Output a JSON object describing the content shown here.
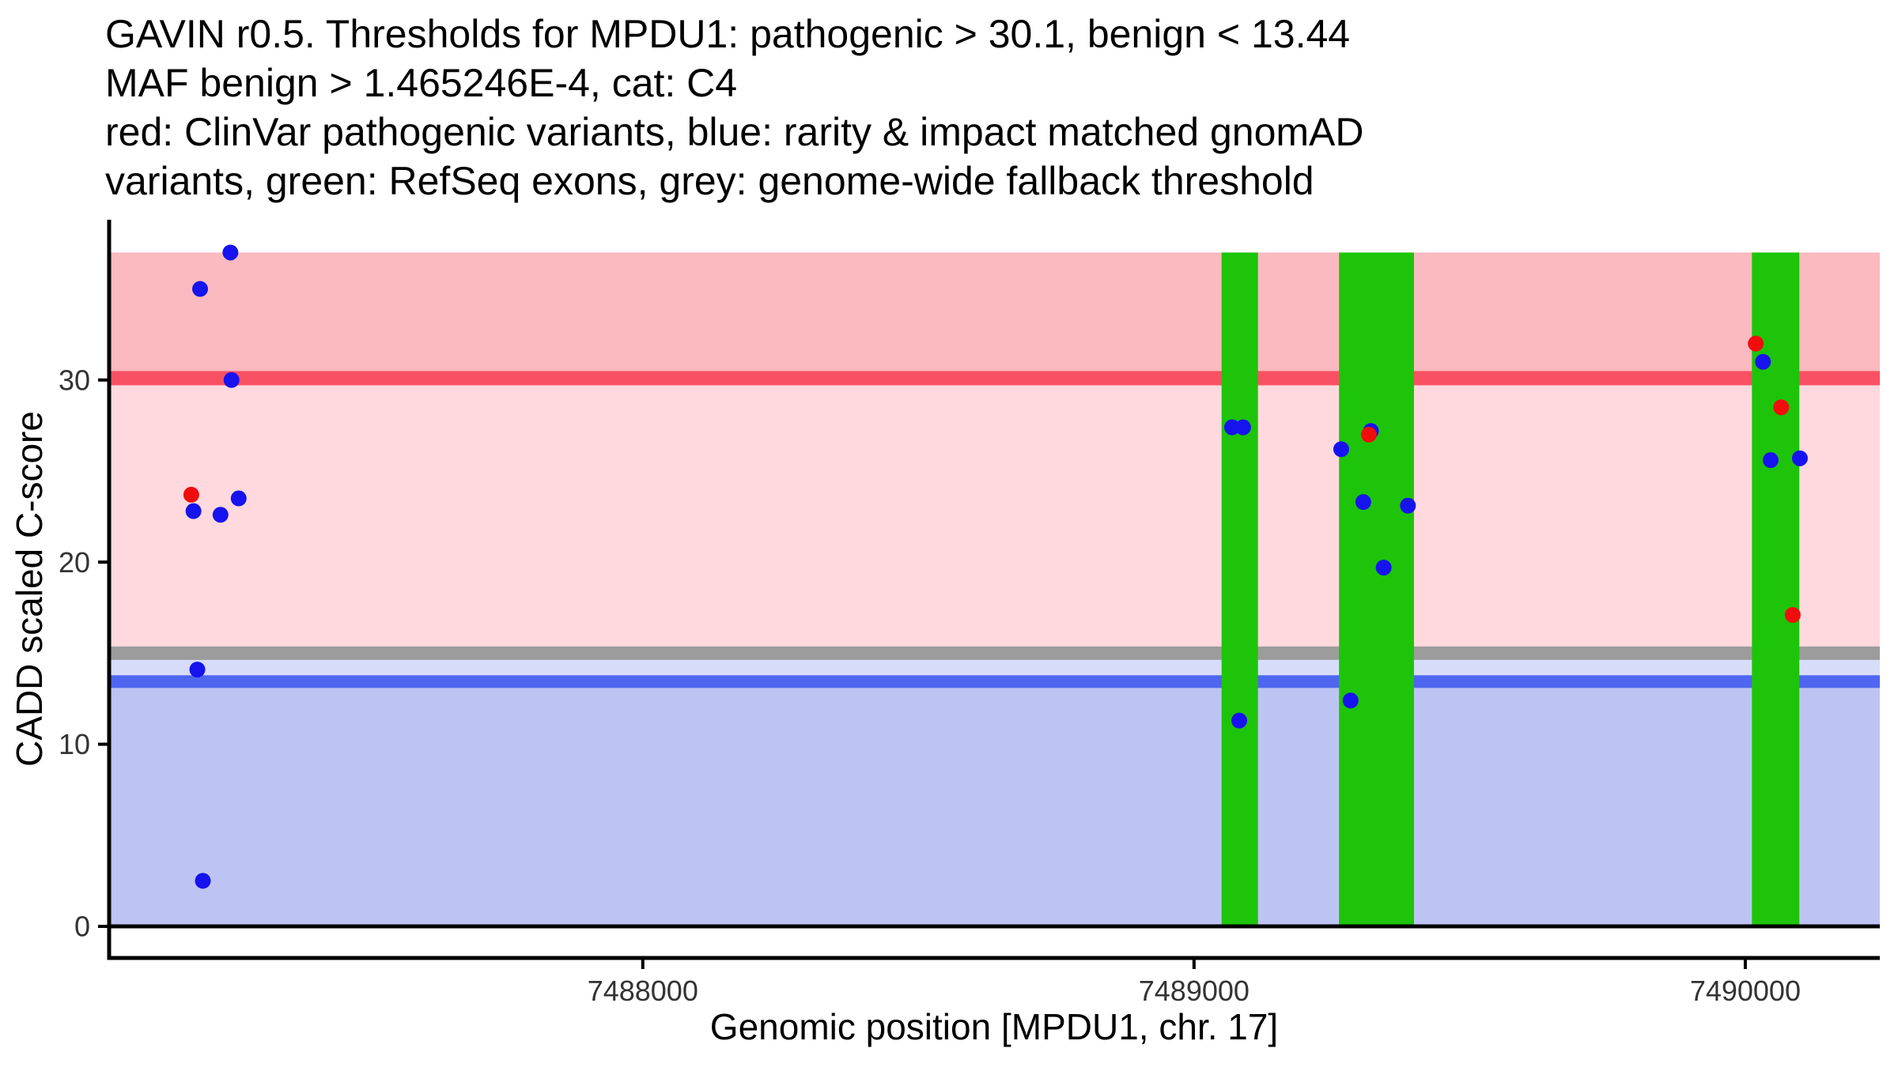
{
  "page": {
    "background": "#FFFFFF"
  },
  "chart_data": {
    "type": "scatter",
    "title_lines": [
      "GAVIN r0.5. Thresholds for MPDU1: pathogenic > 30.1, benign < 13.44",
      "MAF benign > 1.465246E-4, cat: C4",
      "red: ClinVar pathogenic variants, blue: rarity & impact matched gnomAD",
      "variants, green: RefSeq exons, grey: genome-wide fallback threshold"
    ],
    "xlabel": "Genomic position [MPDU1, chr. 17]",
    "ylabel": "CADD scaled C-score",
    "gene": "MPDU1",
    "chromosome": "17",
    "x_domain": [
      7487032,
      7490244
    ],
    "y_domain": [
      0,
      38.8
    ],
    "x_ticks": [
      7488000,
      7489000,
      7490000
    ],
    "y_ticks": [
      0,
      10,
      20,
      30
    ],
    "grid": false,
    "legend": "none",
    "thresholds": {
      "pathogenic_gt": 30.1,
      "benign_lt": 13.44,
      "maf_benign_gt": "1.465246E-4",
      "category": "C4",
      "genome_wide_fallback": 15.0
    },
    "bands": [
      {
        "name": "pathogenic-zone",
        "from": 30.1,
        "to": 37.0,
        "color": "#FBB9C0"
      },
      {
        "name": "uncertain-zone",
        "from": 15.0,
        "to": 30.1,
        "color": "#FFD9DE"
      },
      {
        "name": "fallback-gap-zone",
        "from": 13.44,
        "to": 15.0,
        "color": "#D7DDF8"
      },
      {
        "name": "benign-zone",
        "from": 0,
        "to": 13.44,
        "color": "#BDC4F3"
      }
    ],
    "hlines": [
      {
        "name": "pathogenic-threshold-line",
        "y": 30.1,
        "color": "#FA5064",
        "thickness": 18
      },
      {
        "name": "fallback-threshold-line",
        "y": 15.0,
        "color": "#9C9C9C",
        "thickness": 17
      },
      {
        "name": "benign-threshold-line",
        "y": 13.44,
        "color": "#4E66F0",
        "thickness": 16
      },
      {
        "name": "zero-baseline",
        "y": 0,
        "color": "#000000",
        "thickness": 5
      }
    ],
    "exons": {
      "color": "#1EC40A",
      "top": 37.0,
      "bottom": 0,
      "regions": [
        {
          "start": 7489050,
          "end": 7489116
        },
        {
          "start": 7489263,
          "end": 7489399
        },
        {
          "start": 7490012,
          "end": 7490098
        }
      ]
    },
    "point_colors": {
      "red": "#F20D0D",
      "blue": "#1713EE"
    },
    "point_radius": 10,
    "points": [
      {
        "x": 7487252,
        "y": 37.0,
        "c": "blue"
      },
      {
        "x": 7487197,
        "y": 35.0,
        "c": "blue"
      },
      {
        "x": 7487254,
        "y": 30.0,
        "c": "blue"
      },
      {
        "x": 7487181,
        "y": 23.7,
        "c": "red"
      },
      {
        "x": 7487185,
        "y": 22.8,
        "c": "blue"
      },
      {
        "x": 7487234,
        "y": 22.6,
        "c": "blue"
      },
      {
        "x": 7487267,
        "y": 23.5,
        "c": "blue"
      },
      {
        "x": 7487192,
        "y": 14.1,
        "c": "blue"
      },
      {
        "x": 7487202,
        "y": 2.5,
        "c": "blue"
      },
      {
        "x": 7489069,
        "y": 27.4,
        "c": "blue"
      },
      {
        "x": 7489089,
        "y": 27.4,
        "c": "blue"
      },
      {
        "x": 7489082,
        "y": 11.3,
        "c": "blue"
      },
      {
        "x": 7489321,
        "y": 27.2,
        "c": "blue"
      },
      {
        "x": 7489317,
        "y": 27.0,
        "c": "red"
      },
      {
        "x": 7489267,
        "y": 26.2,
        "c": "blue"
      },
      {
        "x": 7489307,
        "y": 23.3,
        "c": "blue"
      },
      {
        "x": 7489388,
        "y": 23.1,
        "c": "blue"
      },
      {
        "x": 7489344,
        "y": 19.7,
        "c": "blue"
      },
      {
        "x": 7489284,
        "y": 12.4,
        "c": "blue"
      },
      {
        "x": 7490019,
        "y": 32.0,
        "c": "red"
      },
      {
        "x": 7490032,
        "y": 31.0,
        "c": "blue"
      },
      {
        "x": 7490065,
        "y": 28.5,
        "c": "red"
      },
      {
        "x": 7490046,
        "y": 25.6,
        "c": "blue"
      },
      {
        "x": 7490099,
        "y": 25.7,
        "c": "blue"
      },
      {
        "x": 7490086,
        "y": 17.1,
        "c": "red"
      }
    ]
  }
}
